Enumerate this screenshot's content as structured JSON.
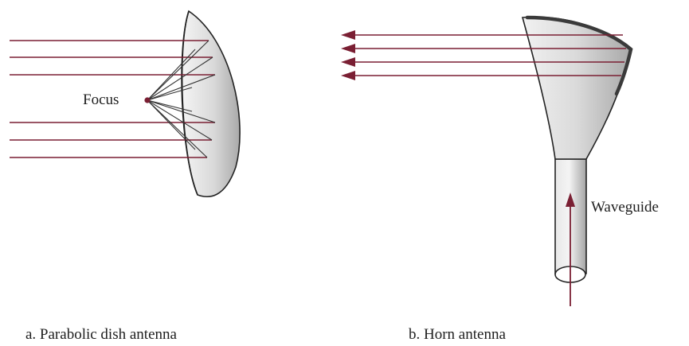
{
  "labels": {
    "focus": "Focus",
    "waveguide": "Waveguide"
  },
  "captions": {
    "a": "a. Parabolic dish antenna",
    "b": "b. Horn antenna"
  },
  "colors": {
    "ray": "#7a1f33",
    "dish_fill": "#dcdcdc",
    "outline": "#222222",
    "aperture_rim": "#3a3a3a",
    "text": "#1e1e1e"
  }
}
